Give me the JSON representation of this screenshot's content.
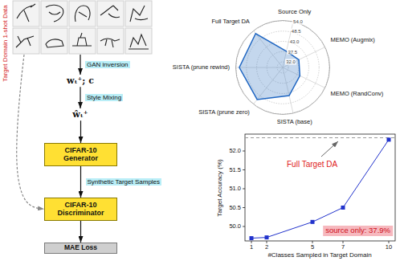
{
  "diagram": {
    "nodes": [
      {
        "text": [
          "Target Domain 1-shot Data"
        ]
      },
      {
        "text": [
          "wₜ⁺; c"
        ]
      },
      {
        "text": [
          "ŵₜ⁺"
        ]
      },
      {
        "text": [
          "CIFAR-10 Generator"
        ]
      },
      {
        "text": [
          "CIFAR-10 Discriminator"
        ]
      },
      {
        "text": [
          "MAE Loss"
        ]
      }
    ],
    "edges": [
      {
        "from": 0,
        "to": 1,
        "label": "GAN inversion",
        "arrow": "to"
      },
      {
        "from": 1,
        "to": 2,
        "label": "Style Mixing",
        "arrow": "to"
      },
      {
        "from": 2,
        "to": 3,
        "arrow": "to"
      },
      {
        "from": 3,
        "to": 4,
        "label": "Synthetic Target Samples",
        "arrow": "to"
      },
      {
        "from": 4,
        "to": 5,
        "arrow": "to"
      },
      {
        "from": 0,
        "to": 4,
        "arrow": "to"
      }
    ],
    "labels": [
      "Source Only",
      "MEMO (Augmix)",
      "MEMO (RandConv)",
      "SISTA (base)",
      "SISTA (prune zero)",
      "SISTA (prune rewind)",
      "Full Target DA",
      "32.0",
      "37.5",
      "43.0",
      "48.5",
      "54.0",
      "52.0",
      "51.5",
      "51.0",
      "50.5",
      "50.0",
      "Target Accuracy (%)",
      "Full Target DA",
      "source only: 37.9%",
      "1",
      "2",
      "5",
      "7",
      "10",
      "#Classes Sampled in Target Domain"
    ]
  }
}
